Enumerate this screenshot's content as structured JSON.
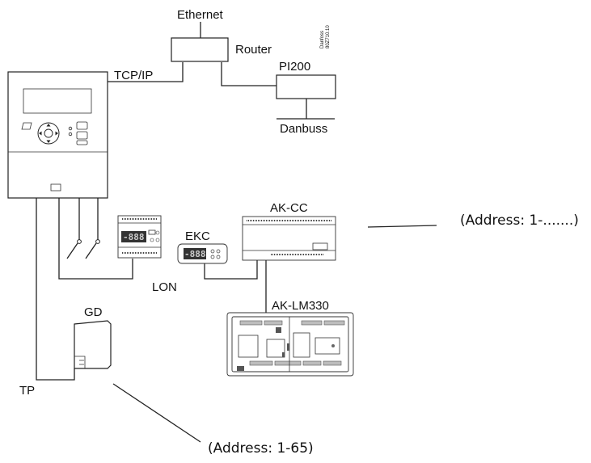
{
  "labels": {
    "ethernet": "Ethernet",
    "router": "Router",
    "pi200": "PI200",
    "danbuss": "Danbuss",
    "tcpip": "TCP/IP",
    "akcc": "AK-CC",
    "ekc": "EKC",
    "lon": "LON",
    "aklm330": "AK-LM330",
    "gd": "GD",
    "tp": "TP",
    "address_akcc": "(Address: 1-.......)",
    "address_gd": "(Address: 1-65)",
    "ekc_display": "-888",
    "meter_display": "-888"
  },
  "watermark": [
    "Danfoss",
    "80Z710.10"
  ],
  "icons": {
    "gateway": "gateway-controller-icon",
    "router": "router-icon",
    "pi200": "pi200-module-icon",
    "din_controller": "din-rail-controller-icon",
    "ekc": "ekc-display-controller-icon",
    "akcc": "ak-cc-controller-icon",
    "aklm330": "ak-lm330-module-icon",
    "gd": "gas-detector-icon"
  }
}
